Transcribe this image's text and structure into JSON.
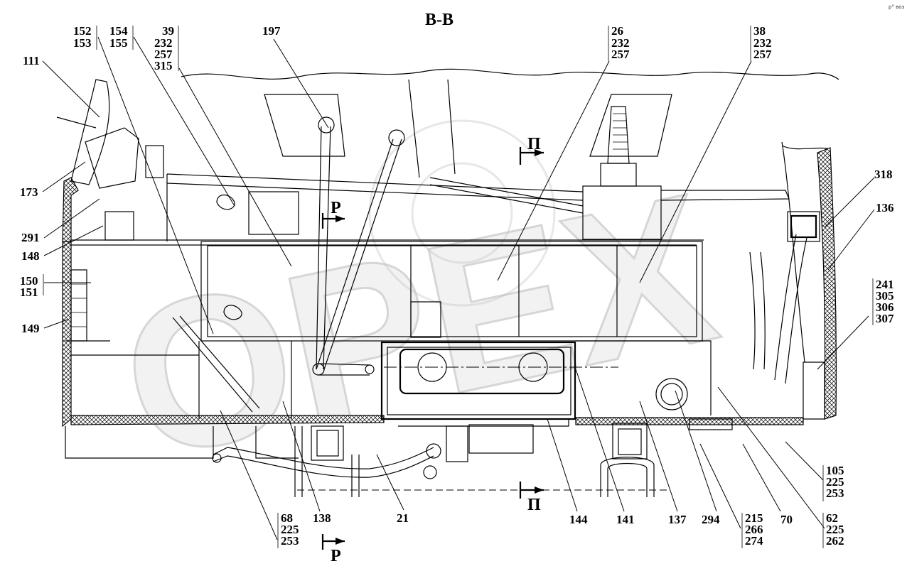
{
  "title": "В-В",
  "corner_note": "р° воз",
  "watermark": "OPEX",
  "section_marks": [
    {
      "letter": "П",
      "pos": "upper"
    },
    {
      "letter": "Р",
      "pos": "left"
    },
    {
      "letter": "П",
      "pos": "lower"
    },
    {
      "letter": "Р",
      "pos": "bottom"
    }
  ],
  "callouts": [
    {
      "id": "c152",
      "lines": [
        "152",
        "153"
      ]
    },
    {
      "id": "c154",
      "lines": [
        "154",
        "155"
      ]
    },
    {
      "id": "c39",
      "lines": [
        "39",
        "232",
        "257",
        "315"
      ]
    },
    {
      "id": "c197",
      "lines": [
        "197"
      ]
    },
    {
      "id": "c26",
      "lines": [
        "26",
        "232",
        "257"
      ]
    },
    {
      "id": "c38",
      "lines": [
        "38",
        "232",
        "257"
      ]
    },
    {
      "id": "c111",
      "lines": [
        "111"
      ]
    },
    {
      "id": "c173",
      "lines": [
        "173"
      ]
    },
    {
      "id": "c291",
      "lines": [
        "291"
      ]
    },
    {
      "id": "c148",
      "lines": [
        "148"
      ]
    },
    {
      "id": "c150",
      "lines": [
        "150",
        "151"
      ]
    },
    {
      "id": "c149",
      "lines": [
        "149"
      ]
    },
    {
      "id": "c318",
      "lines": [
        "318"
      ]
    },
    {
      "id": "c136",
      "lines": [
        "136"
      ]
    },
    {
      "id": "c241",
      "lines": [
        "241",
        "305",
        "306",
        "307"
      ]
    },
    {
      "id": "c105",
      "lines": [
        "105",
        "225",
        "253"
      ]
    },
    {
      "id": "c68",
      "lines": [
        "68",
        "225",
        "253"
      ]
    },
    {
      "id": "c138",
      "lines": [
        "138"
      ]
    },
    {
      "id": "c21",
      "lines": [
        "21"
      ]
    },
    {
      "id": "c144",
      "lines": [
        "144"
      ]
    },
    {
      "id": "c141",
      "lines": [
        "141"
      ]
    },
    {
      "id": "c137",
      "lines": [
        "137"
      ]
    },
    {
      "id": "c294",
      "lines": [
        "294"
      ]
    },
    {
      "id": "c215",
      "lines": [
        "215",
        "266",
        "274"
      ]
    },
    {
      "id": "c70",
      "lines": [
        "70"
      ]
    },
    {
      "id": "c62",
      "lines": [
        "62",
        "225",
        "262"
      ]
    }
  ]
}
